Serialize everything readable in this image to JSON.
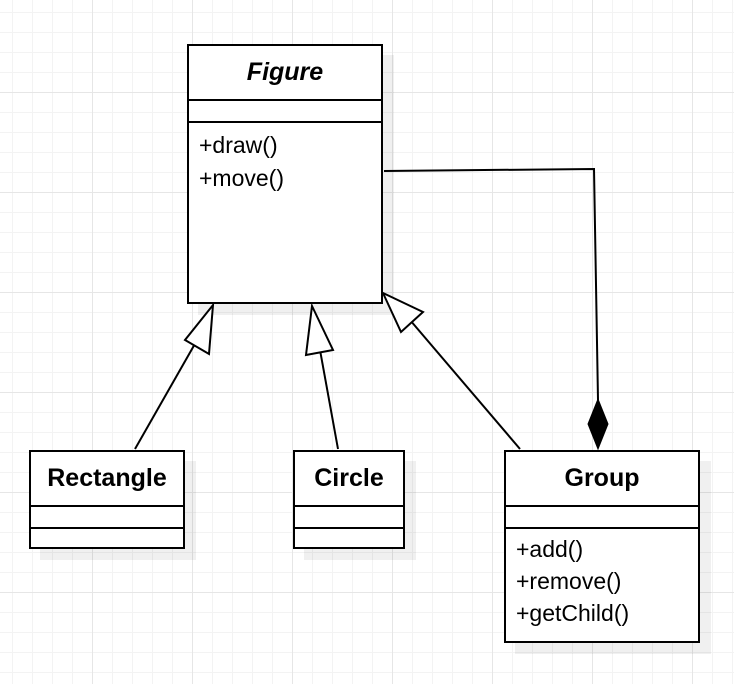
{
  "classes": {
    "figure": {
      "name": "Figure",
      "operations": [
        "+draw()",
        "+move()"
      ]
    },
    "rectangle": {
      "name": "Rectangle"
    },
    "circle": {
      "name": "Circle"
    },
    "group": {
      "name": "Group",
      "operations": [
        "+add()",
        "+remove()",
        "+getChild()"
      ]
    }
  },
  "relationships": [
    {
      "type": "generalization",
      "from": "Rectangle",
      "to": "Figure"
    },
    {
      "type": "generalization",
      "from": "Circle",
      "to": "Figure"
    },
    {
      "type": "generalization",
      "from": "Group",
      "to": "Figure"
    },
    {
      "type": "composition",
      "whole": "Group",
      "part": "Figure"
    }
  ],
  "colors": {
    "stroke": "#000000",
    "fill": "#ffffff",
    "grid": "#e6e6e6"
  }
}
